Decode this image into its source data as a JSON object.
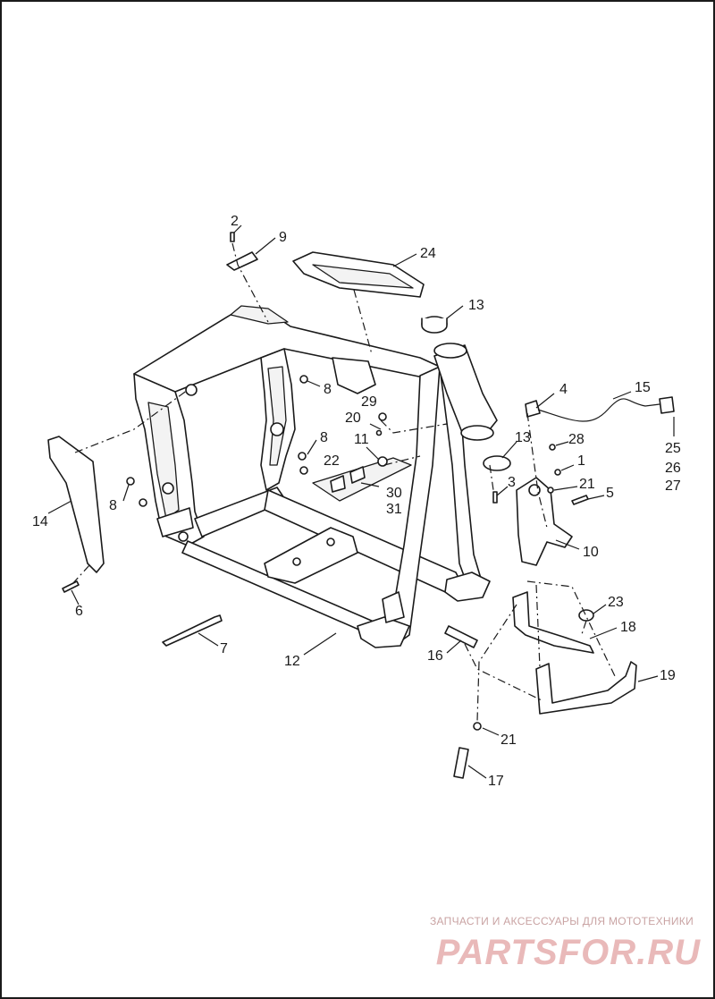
{
  "diagram": {
    "callouts": [
      {
        "id": "c2",
        "text": "2"
      },
      {
        "id": "c9",
        "text": "9"
      },
      {
        "id": "c24",
        "text": "24"
      },
      {
        "id": "c13a",
        "text": "13"
      },
      {
        "id": "c8a",
        "text": "8"
      },
      {
        "id": "c29",
        "text": "29"
      },
      {
        "id": "c20",
        "text": "20"
      },
      {
        "id": "c8b",
        "text": "8"
      },
      {
        "id": "c11",
        "text": "11"
      },
      {
        "id": "c22",
        "text": "22"
      },
      {
        "id": "c30",
        "text": "30"
      },
      {
        "id": "c31",
        "text": "31"
      },
      {
        "id": "c4",
        "text": "4"
      },
      {
        "id": "c15",
        "text": "15"
      },
      {
        "id": "c25",
        "text": "25"
      },
      {
        "id": "c26",
        "text": "26"
      },
      {
        "id": "c27",
        "text": "27"
      },
      {
        "id": "c13b",
        "text": "13"
      },
      {
        "id": "c28",
        "text": "28"
      },
      {
        "id": "c1",
        "text": "1"
      },
      {
        "id": "c3",
        "text": "3"
      },
      {
        "id": "c21a",
        "text": "21"
      },
      {
        "id": "c5",
        "text": "5"
      },
      {
        "id": "c10",
        "text": "10"
      },
      {
        "id": "c14",
        "text": "14"
      },
      {
        "id": "c8c",
        "text": "8"
      },
      {
        "id": "c6",
        "text": "6"
      },
      {
        "id": "c7",
        "text": "7"
      },
      {
        "id": "c12",
        "text": "12"
      },
      {
        "id": "c16",
        "text": "16"
      },
      {
        "id": "c23",
        "text": "23"
      },
      {
        "id": "c18",
        "text": "18"
      },
      {
        "id": "c19",
        "text": "19"
      },
      {
        "id": "c21b",
        "text": "21"
      },
      {
        "id": "c17",
        "text": "17"
      }
    ]
  },
  "watermark": {
    "tagline": "ЗАПЧАСТИ И АКСЕССУАРЫ ДЛЯ МОТОТЕХНИКИ",
    "logo": "PARTSFOR.RU"
  }
}
